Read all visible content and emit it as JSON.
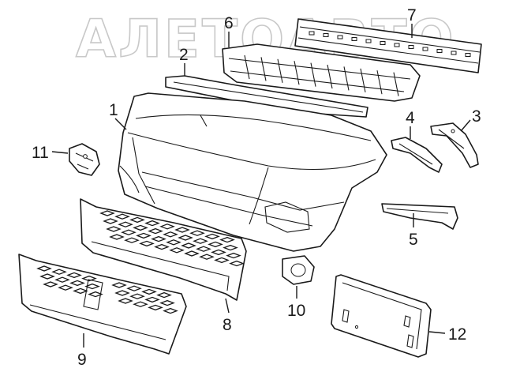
{
  "watermark": {
    "text": "АЛЕТОАВТО"
  },
  "callouts": [
    {
      "label": "1"
    },
    {
      "label": "2"
    },
    {
      "label": "3"
    },
    {
      "label": "4"
    },
    {
      "label": "5"
    },
    {
      "label": "6"
    },
    {
      "label": "7"
    },
    {
      "label": "8"
    },
    {
      "label": "9"
    },
    {
      "label": "10"
    },
    {
      "label": "11"
    },
    {
      "label": "12"
    }
  ],
  "colors": {
    "line": "#1a1a1a",
    "watermark": "#c8c8c8",
    "background": "#ffffff"
  }
}
